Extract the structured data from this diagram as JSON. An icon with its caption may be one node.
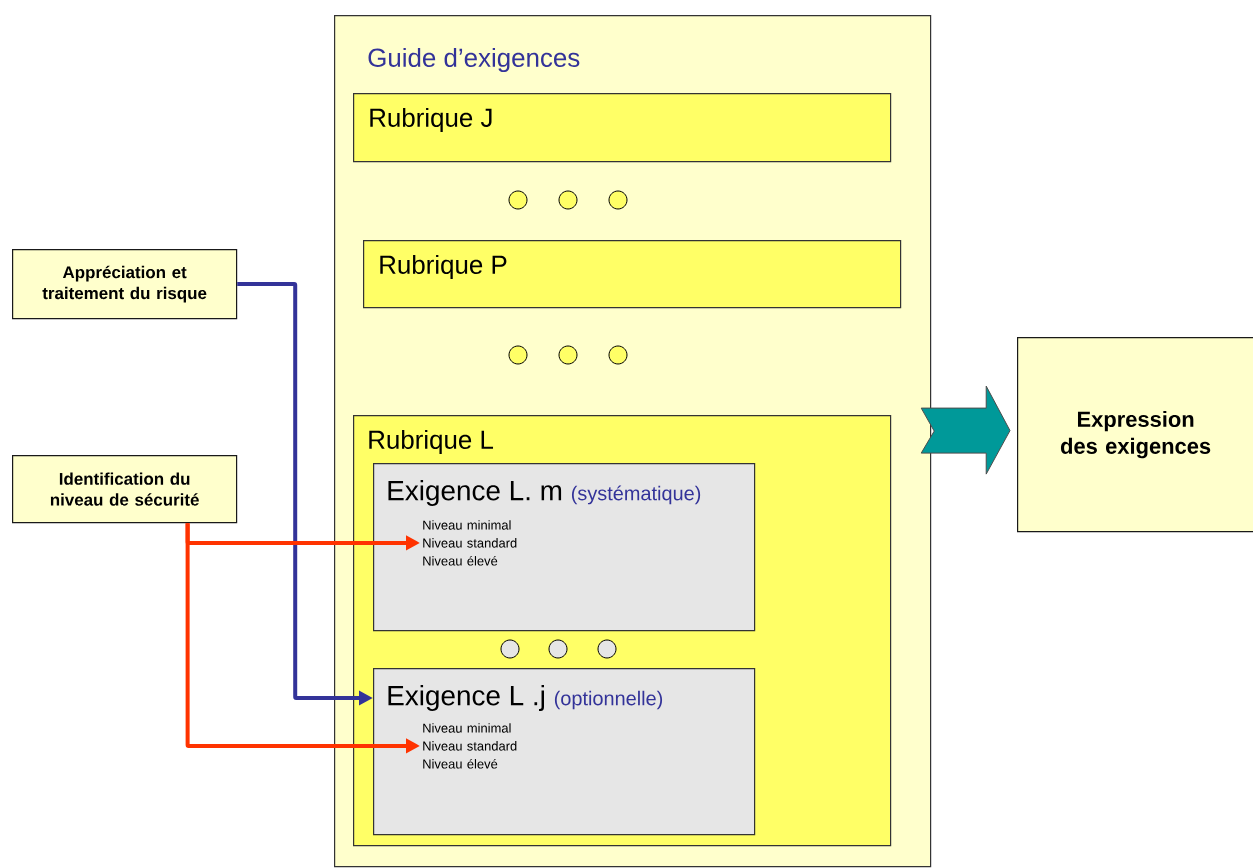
{
  "diagram": {
    "nodes": [
      {
        "text": [
          "Guide d’exigences"
        ]
      },
      {
        "text": [
          "Rubrique J"
        ],
        "in": 0
      },
      {
        "text": [
          "Rubrique P"
        ],
        "in": 0
      },
      {
        "text": [
          "Rubrique L"
        ],
        "in": 0
      },
      {
        "text": [
          "Exigence L. m",
          "(systématique)"
        ],
        "in": 3
      },
      {
        "text": [
          "Niveau minimal Niveau standard Niveau élevé"
        ],
        "in": 4
      },
      {
        "text": [
          "Exigence L .j",
          "(optionnelle)"
        ],
        "in": 3
      },
      {
        "text": [
          "Niveau minimal Niveau standard Niveau élevé"
        ],
        "in": 6
      },
      {
        "text": [
          "Appréciation et traitement du risque"
        ]
      },
      {
        "text": [
          "Identification du niveau de sécurité"
        ]
      },
      {
        "text": [
          "Expression des exigences"
        ]
      }
    ],
    "edges": [
      {
        "from": 8,
        "to": 6,
        "arrow": "to",
        "color": "#333399"
      },
      {
        "from": 9,
        "to": 5,
        "arrow": "to",
        "color": "#ff3300"
      },
      {
        "from": 9,
        "to": 7,
        "arrow": "to",
        "color": "#ff3300"
      },
      {
        "from": 0,
        "to": 10,
        "arrow": "to",
        "style": "thick",
        "color": "#009999"
      }
    ]
  }
}
